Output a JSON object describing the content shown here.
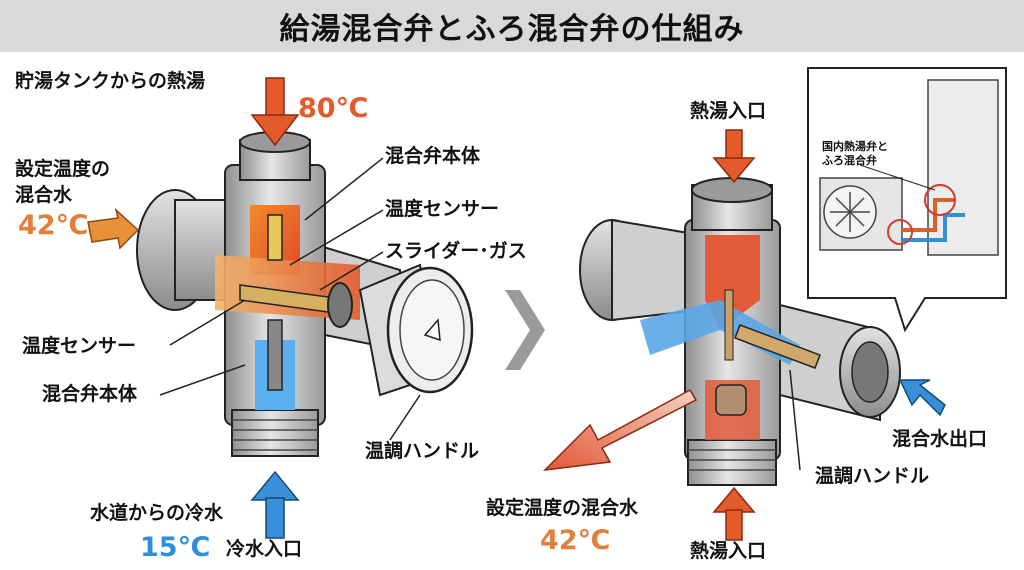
{
  "title": "給湯混合弁とふろ混合弁の仕組み",
  "left_diagram": {
    "hot_inlet_label": "貯湯タンクからの熱湯",
    "hot_temp": "80℃",
    "mixed_label_line1": "設定温度の",
    "mixed_label_line2": "混合水",
    "mixed_temp": "42℃",
    "cold_inlet_label": "水道からの冷水",
    "cold_temp": "15℃",
    "cold_inlet_name": "冷水入口",
    "callouts": {
      "valve_body_top": "混合弁本体",
      "temp_sensor_top": "温度センサー",
      "slider_gas": "スライダー･ガス",
      "temp_sensor_left": "温度センサー",
      "valve_body_left": "混合弁本体",
      "temp_handle": "温調ハンドル"
    }
  },
  "right_diagram": {
    "hot_inlet_top": "熱湯入口",
    "mixed_outlet": "混合水出口",
    "temp_handle": "温調ハンドル",
    "mixed_label": "設定温度の混合水",
    "mixed_temp": "42℃",
    "hot_inlet_bottom": "熱湯入口"
  },
  "inset": {
    "label_line1": "国内熱湯弁と",
    "label_line2": "ふろ混合弁"
  },
  "colors": {
    "hot": "#e35a2b",
    "warm": "#e0803a",
    "cold": "#2f8fd8",
    "metal": "#b8b8b8",
    "title_bg": "#d9d9d9"
  }
}
